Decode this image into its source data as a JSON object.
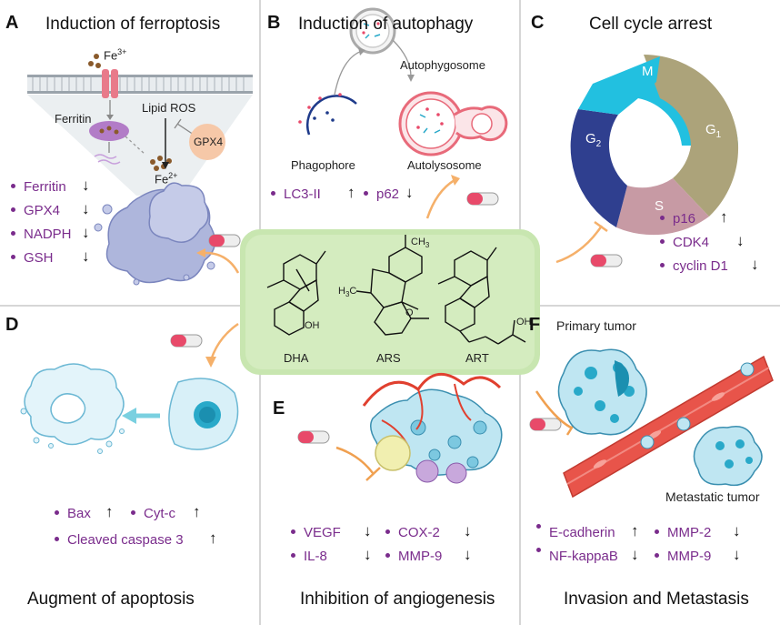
{
  "panels": {
    "A": {
      "letter": "A",
      "title": "Induction of ferroptosis",
      "labels": {
        "fe3": "Fe",
        "fe3_sup": "3+",
        "ferritin": "Ferritin",
        "lipid_ros": "Lipid ROS",
        "gpx4": "GPX4",
        "fe2": "Fe",
        "fe2_sup": "2+"
      },
      "markers": [
        {
          "name": "Ferritin",
          "dir": "↓"
        },
        {
          "name": "GPX4",
          "dir": "↓"
        },
        {
          "name": "NADPH",
          "dir": "↓"
        },
        {
          "name": "GSH",
          "dir": "↓"
        }
      ]
    },
    "B": {
      "letter": "B",
      "title": "Induction of autophagy",
      "labels": {
        "autophagosome": "Autophygosome",
        "phagophore": "Phagophore",
        "autolysosome": "Autolysosome"
      },
      "markers": [
        {
          "name": "LC3-II",
          "dir": "↑"
        },
        {
          "name": "p62",
          "dir": "↓"
        }
      ]
    },
    "C": {
      "letter": "C",
      "title": "Cell cycle arrest",
      "phases": {
        "m": "M",
        "g1": "G",
        "g1_sub": "1",
        "s": "S",
        "g2": "G",
        "g2_sub": "2"
      },
      "markers": [
        {
          "name": "p16",
          "dir": "↑"
        },
        {
          "name": "CDK4",
          "dir": "↓"
        },
        {
          "name": "cyclin D1",
          "dir": "↓"
        }
      ]
    },
    "D": {
      "letter": "D",
      "title": "Augment of apoptosis",
      "markers": [
        {
          "name": "Bax",
          "dir": "↑"
        },
        {
          "name": "Cyt-c",
          "dir": "↑"
        },
        {
          "name": "Cleaved caspase 3",
          "dir": "↑"
        }
      ]
    },
    "E": {
      "letter": "E",
      "title": "Inhibition of angiogenesis",
      "markers": [
        {
          "name": "VEGF",
          "dir": "↓"
        },
        {
          "name": "COX-2",
          "dir": "↓"
        },
        {
          "name": "IL-8",
          "dir": "↓"
        },
        {
          "name": "MMP-9",
          "dir": "↓"
        }
      ]
    },
    "F": {
      "letter": "F",
      "title": "Invasion and Metastasis",
      "labels": {
        "primary": "Primary tumor",
        "metastatic": "Metastatic tumor"
      },
      "markers": [
        {
          "name": "E-cadherin",
          "dir": "↑"
        },
        {
          "name": "MMP-2",
          "dir": "↓"
        },
        {
          "name": "NF-kappaB",
          "dir": "↓"
        },
        {
          "name": "MMP-9",
          "dir": "↓"
        }
      ]
    }
  },
  "center": {
    "compounds": [
      "DHA",
      "ARS",
      "ART"
    ],
    "atoms": {
      "h": "H",
      "o": "O",
      "oh": "OH",
      "ch3": "CH",
      "ch3_sub": "3",
      "h3c": "H",
      "h3c_sub": "3",
      "h3c_c": "C"
    }
  },
  "colors": {
    "marker": "#7a2c8c",
    "center_bg": "#c8e6b0",
    "arrow": "#f5b06a",
    "inhibit": "#f0a050",
    "divider": "#c8c8c8"
  }
}
